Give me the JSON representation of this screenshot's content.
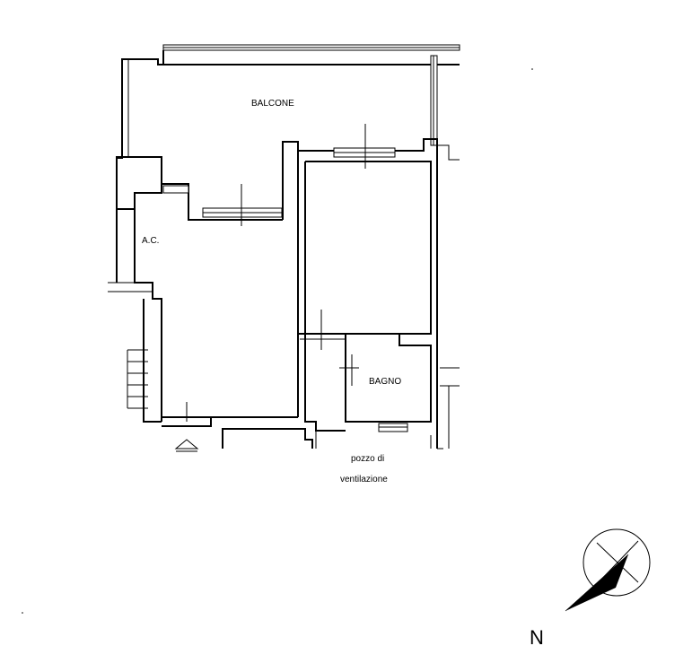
{
  "rooms": {
    "balcone": "BALCONE",
    "ac": "A.C.",
    "bagno": "BAGNO"
  },
  "shaft": {
    "line1": "pozzo di",
    "line2": "ventilazione"
  },
  "compass": {
    "north_letter": "N"
  }
}
